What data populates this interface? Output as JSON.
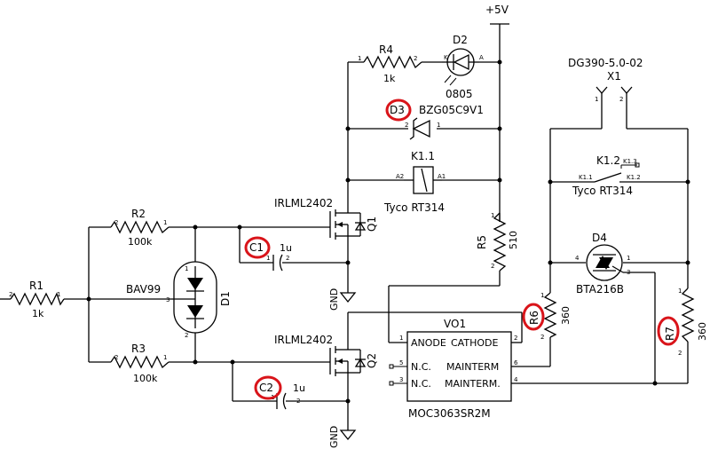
{
  "power": {
    "vcc": "+5V",
    "gnd1": "GND",
    "gnd2": "GND"
  },
  "resistors": [
    {
      "ref": "R1",
      "value": "1k"
    },
    {
      "ref": "R2",
      "value": "100k"
    },
    {
      "ref": "R3",
      "value": "100k"
    },
    {
      "ref": "R4",
      "value": "1k"
    },
    {
      "ref": "R5",
      "value": "510"
    },
    {
      "ref": "R6",
      "value": "360"
    },
    {
      "ref": "R7",
      "value": "360"
    }
  ],
  "capacitors": [
    {
      "ref": "C1",
      "value": "1u"
    },
    {
      "ref": "C2",
      "value": "1u"
    }
  ],
  "diodes": {
    "d1": {
      "ref": "D1",
      "value": "BAV99"
    },
    "d2": {
      "ref": "D2",
      "value": "0805"
    },
    "d3": {
      "ref": "D3",
      "value": "BZG05C9V1"
    },
    "d4": {
      "ref": "D4",
      "value": "BTA216B"
    }
  },
  "transistors": [
    {
      "ref": "Q1",
      "value": "IRLML2402"
    },
    {
      "ref": "Q2",
      "value": "IRLML2402"
    }
  ],
  "relay": {
    "coil_ref": "K1.1",
    "coil_value": "Tyco RT314",
    "contact_ref": "K1.2",
    "contact_value": "Tyco RT314",
    "coil_pin_a2": "A2",
    "coil_pin_a1": "A1",
    "contact_pin_a": "K1.1",
    "contact_pin_b": "K1.2",
    "contact_pin_c": "K1.3"
  },
  "optocoupler": {
    "ref": "VO1",
    "value": "MOC3063SR2M",
    "anode": "ANODE",
    "cathode": "CATHODE",
    "nc": "N.C.",
    "mainterm": "MAINTERM",
    "mainterm_dot": "MAINTERM."
  },
  "connector": {
    "ref": "X1",
    "value": "DG390-5.0-02"
  },
  "pin_numbers": {
    "p1": "1",
    "p2": "2",
    "p3": "3",
    "p4": "4",
    "p5": "5",
    "p6": "6",
    "pk": "K",
    "pa": "A"
  },
  "highlight_color": "#d9141a"
}
